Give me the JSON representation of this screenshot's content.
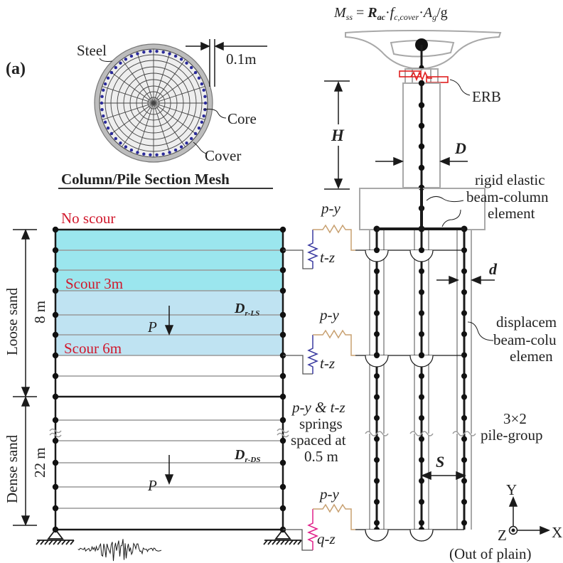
{
  "panel_label": "(a)",
  "section": {
    "title": "Column/Pile Section Mesh",
    "steel_label": "Steel",
    "core_label": "Core",
    "cover_label": "Cover",
    "cover_thickness": "0.1m"
  },
  "formula": {
    "lhs": "M",
    "lhs_sub": "ss",
    "eq": " = ",
    "r": "R",
    "r_sub": "ac",
    "dot1": "·",
    "f": "f",
    "f_sub": "c,cover",
    "dot2": "·",
    "a": "A",
    "a_sub": "g",
    "tail": "/g"
  },
  "column": {
    "erb_label": "ERB",
    "height_label": "H",
    "diameter_label": "D",
    "rigid_label_line1": "rigid elastic",
    "rigid_label_line2": "beam-column",
    "rigid_label_line3": "element"
  },
  "piles": {
    "pile_diameter_label": "d",
    "disp_label_line1": "displacem",
    "disp_label_line2": "beam-colu",
    "disp_label_line3": "elemen",
    "group_label_line1": "3×2",
    "group_label_line2": "pile-group",
    "spacing_label": "S"
  },
  "soil": {
    "no_scour": "No scour",
    "scour_3m": "Scour 3m",
    "scour_6m": "Scour 6m",
    "loose_sand": "Loose sand",
    "loose_depth": "8 m",
    "dense_sand": "Dense sand",
    "dense_depth": "22 m",
    "dr_loose_main": "D",
    "dr_loose_sub": "r-LS",
    "dr_dense_main": "D",
    "dr_dense_sub": "r-DS",
    "pressure_label_1": "P",
    "pressure_label_2": "P",
    "colors": {
      "scour_top": "#9be6ee",
      "scour_mid": "#bfe3f2"
    }
  },
  "springs": {
    "py_1": "p-y",
    "tz_1": "t-z",
    "py_2": "p-y",
    "tz_2": "t-z",
    "py_3": "p-y",
    "qz": "q-z",
    "note_line1": "p-y & t-z",
    "note_line2": "springs",
    "note_line3": "spaced at",
    "note_line4": "0.5 m",
    "colors": {
      "py": "#c8a070",
      "tz": "#3a3aa0",
      "qz": "#e0208a",
      "erb": "#e02020"
    }
  },
  "axes": {
    "y_label": "Y",
    "x_label": "X",
    "z_label": "Z",
    "note": "(Out of plain)"
  }
}
